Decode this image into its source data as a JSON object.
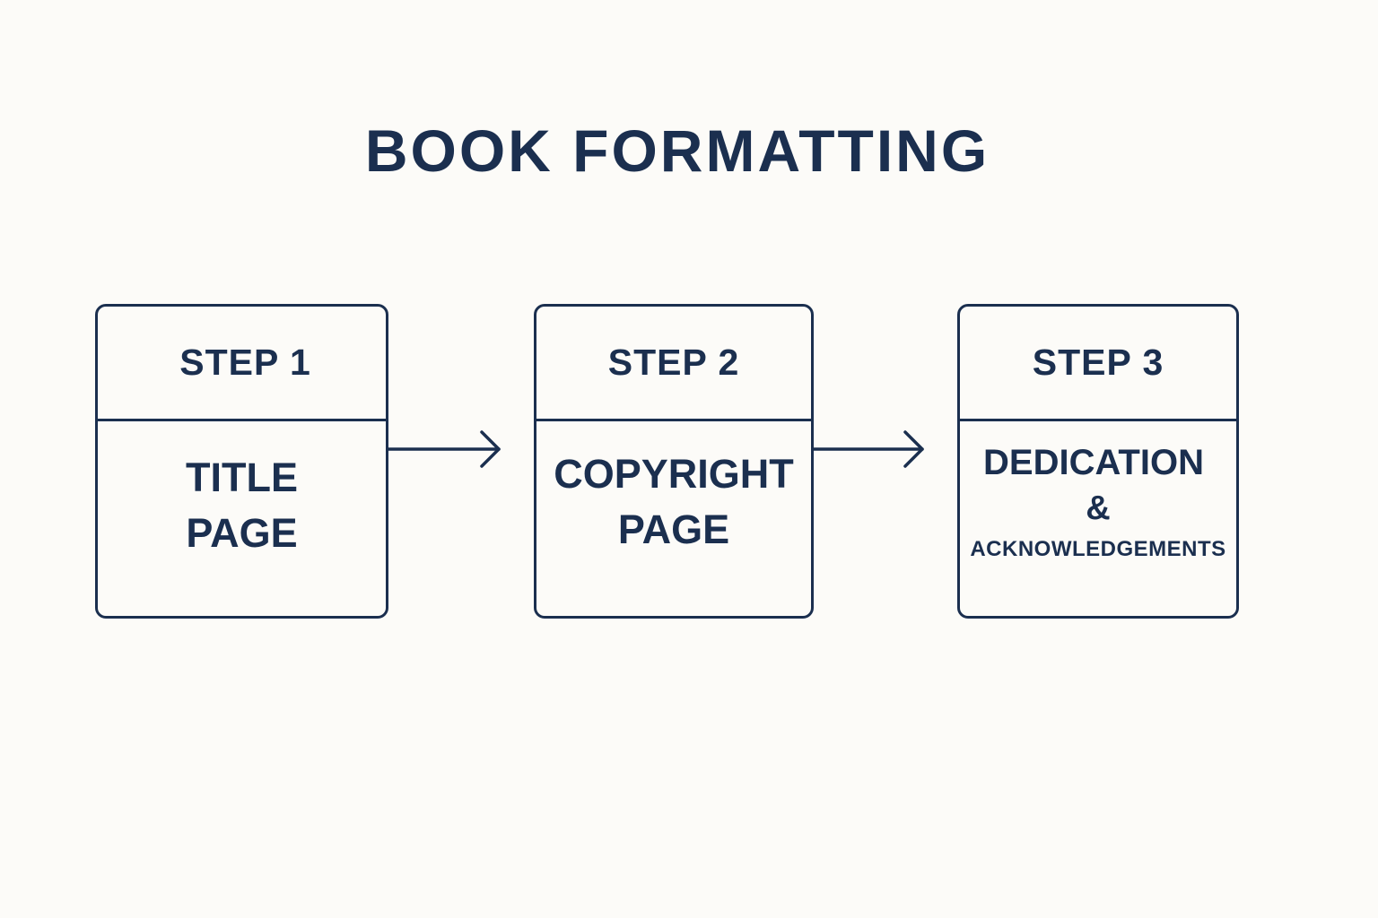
{
  "title": "BOOK FORMATTING",
  "steps": [
    {
      "label": "STEP 1",
      "lines": [
        "TITLE",
        "PAGE"
      ]
    },
    {
      "label": "STEP 2",
      "lines": [
        "COPYRIGHT",
        "PAGE"
      ]
    },
    {
      "label": "STEP 3",
      "lines": [
        "DEDICATION",
        "&",
        "ACKNOWLEDGEMENTS"
      ]
    }
  ],
  "colors": {
    "background": "#fcfbf8",
    "ink": "#1b2f4f"
  }
}
